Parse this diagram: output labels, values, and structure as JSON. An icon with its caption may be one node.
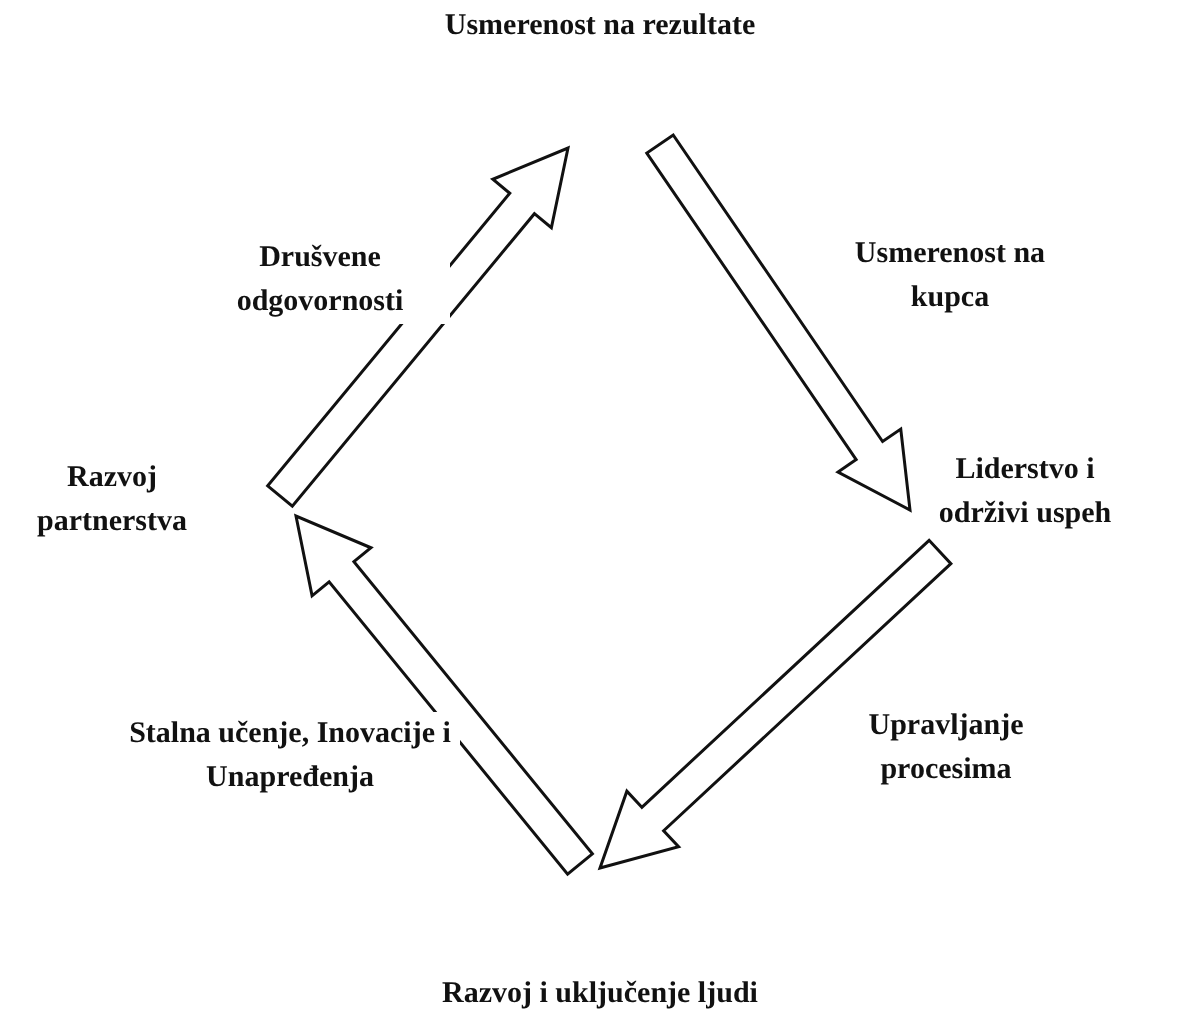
{
  "diagram": {
    "nodes": [
      {
        "text": [
          "Usmerenost na rezultate"
        ]
      },
      {
        "text": [
          "Liderstvo i održivi uspeh"
        ]
      },
      {
        "text": [
          "Razvoj i uključenje ljudi"
        ]
      },
      {
        "text": [
          "Razvoj partnerstva"
        ]
      }
    ],
    "edges": [
      {
        "from": 0,
        "to": 1,
        "arrow": "to",
        "label": "Usmerenost na kupca"
      },
      {
        "from": 1,
        "to": 2,
        "arrow": "to",
        "label": "Upravljanje procesima"
      },
      {
        "from": 2,
        "to": 3,
        "arrow": "to",
        "label": "Stalna učenje, Inovacije i Unapređenja"
      },
      {
        "from": 3,
        "to": 0,
        "arrow": "to",
        "label": "Drušvene odgovornosti"
      }
    ]
  }
}
